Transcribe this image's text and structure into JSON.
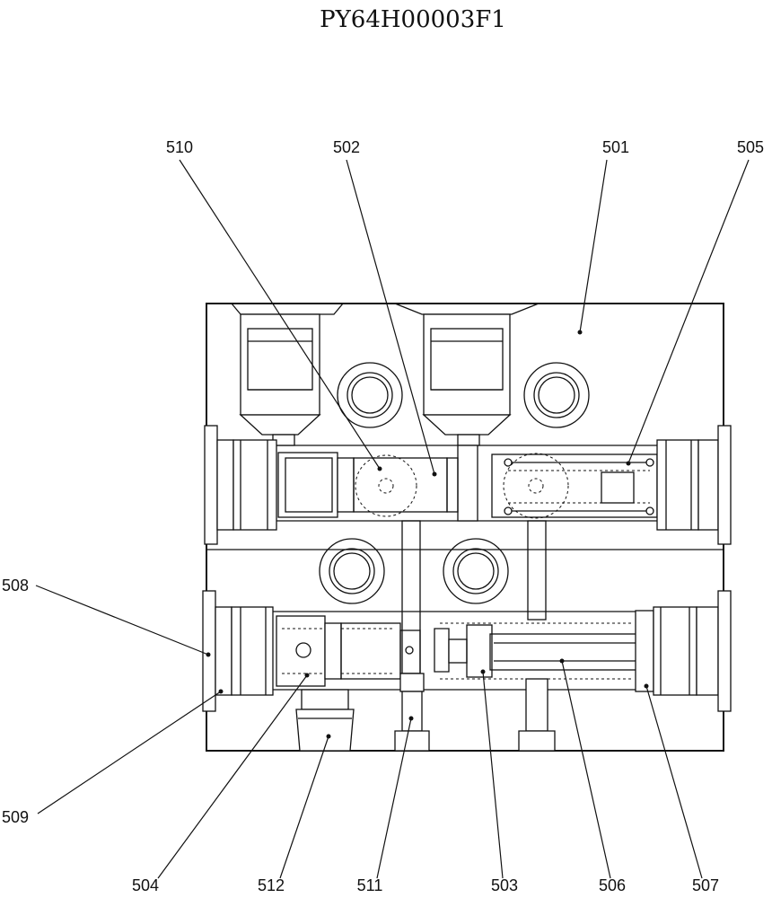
{
  "document": {
    "part_number": "PY64H00003F1"
  },
  "callouts": [
    {
      "id": "510",
      "label": "510"
    },
    {
      "id": "502",
      "label": "502"
    },
    {
      "id": "501",
      "label": "501"
    },
    {
      "id": "505",
      "label": "505"
    },
    {
      "id": "508",
      "label": "508"
    },
    {
      "id": "509",
      "label": "509"
    },
    {
      "id": "504",
      "label": "504"
    },
    {
      "id": "512",
      "label": "512"
    },
    {
      "id": "511",
      "label": "511"
    },
    {
      "id": "503",
      "label": "503"
    },
    {
      "id": "506",
      "label": "506"
    },
    {
      "id": "507",
      "label": "507"
    }
  ]
}
